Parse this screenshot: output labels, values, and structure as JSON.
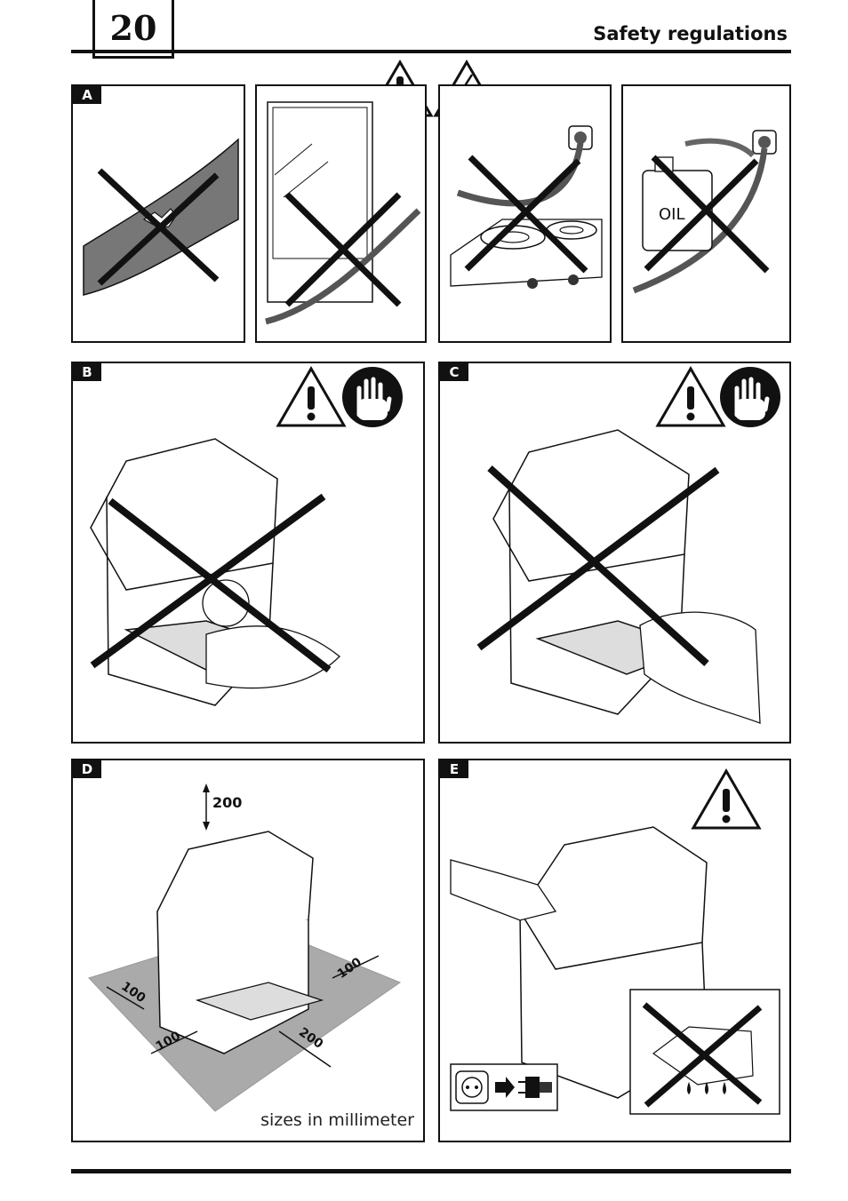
{
  "header": {
    "page_number": "20",
    "title": "Safety regulations"
  },
  "panels": {
    "a": {
      "label": "A",
      "oil_text": "OIL"
    },
    "b": {
      "label": "B"
    },
    "c": {
      "label": "C"
    },
    "d": {
      "label": "D",
      "dim_top": "200",
      "dim_right": "100",
      "dim_left": "100",
      "dim_front_left": "100",
      "dim_front_right": "200",
      "caption": "sizes in millimeter"
    },
    "e": {
      "label": "E"
    }
  },
  "icons": {
    "warning": "warning-triangle-icon",
    "electric": "high-voltage-icon",
    "hand": "stop-hand-icon",
    "plug": "unplug-icon"
  }
}
